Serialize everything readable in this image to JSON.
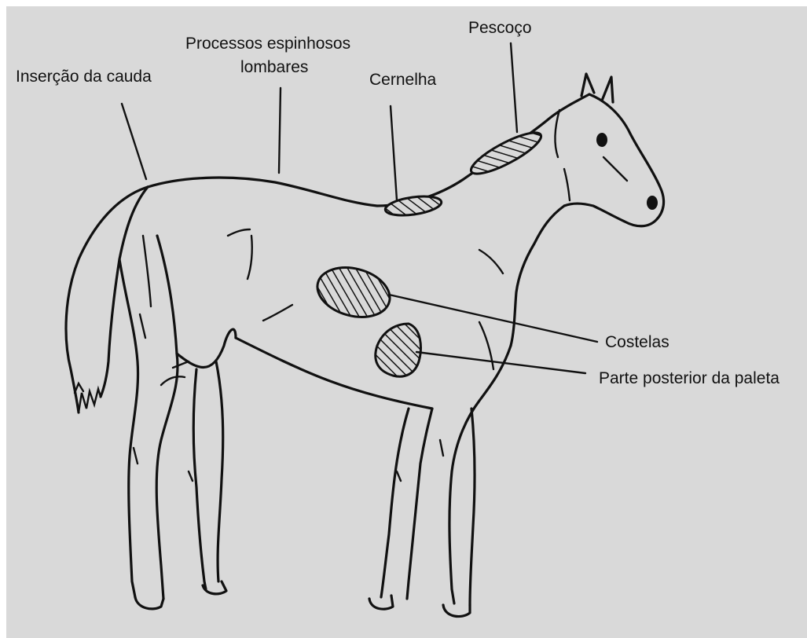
{
  "labels": {
    "insercao_cauda": "Inserção da cauda",
    "processos_line1": "Processos espinhosos",
    "processos_line2": "lombares",
    "cernelha": "Cernelha",
    "pescoco": "Pescoço",
    "costelas": "Costelas",
    "paleta": "Parte posterior da paleta"
  },
  "colors": {
    "background": "#d9d9d9",
    "ink": "#111111"
  }
}
